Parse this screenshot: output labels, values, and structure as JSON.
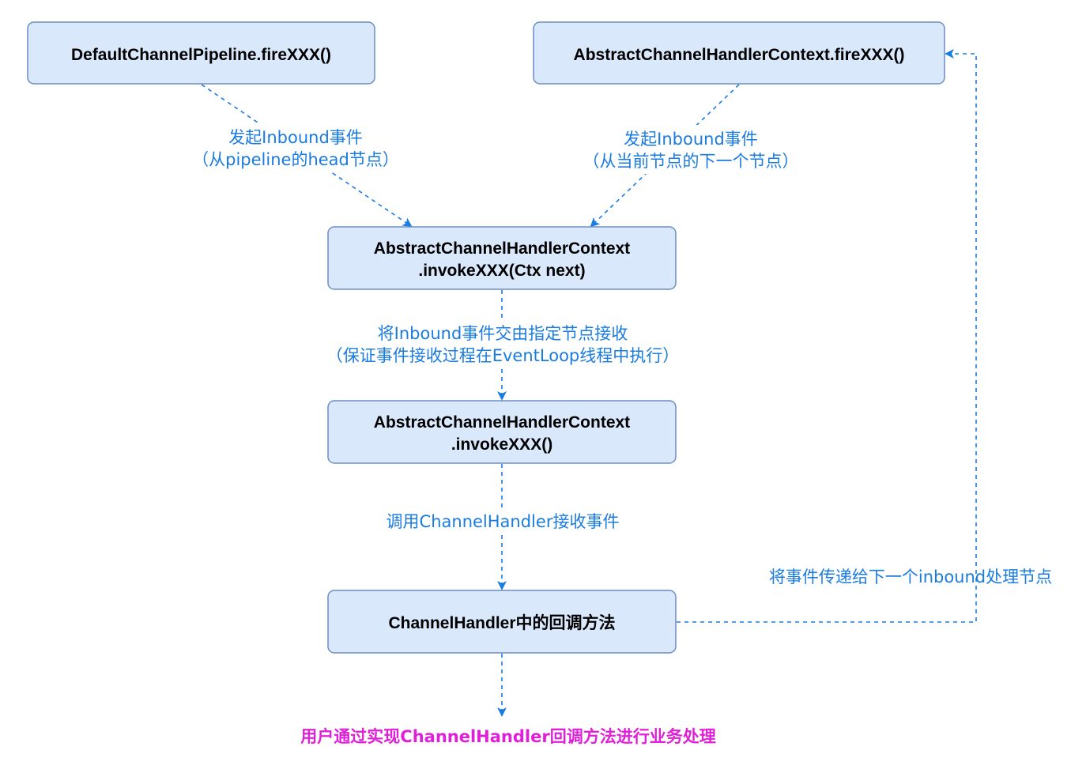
{
  "colors": {
    "node_fill": "#dae8fc",
    "node_stroke": "#6c8ebf",
    "edge": "#1a7be0",
    "edge_label": "#1a7be0",
    "final_note": "#e020d8"
  },
  "nodes": {
    "default_pipeline_fire": "DefaultChannelPipeline.fireXXX()",
    "ctx_fire": "AbstractChannelHandlerContext.fireXXX()",
    "invoke_next": {
      "line1": "AbstractChannelHandlerContext",
      "line2": ".invokeXXX(Ctx next)"
    },
    "invoke": {
      "line1": "AbstractChannelHandlerContext",
      "line2": ".invokeXXX()"
    },
    "handler_callback": "ChannelHandler中的回调方法"
  },
  "edges": {
    "from_head": {
      "line1": "发起Inbound事件",
      "line2": "（从pipeline的head节点）"
    },
    "from_next": {
      "line1": "发起Inbound事件",
      "line2": "（从当前节点的下一个节点）"
    },
    "hand_over": {
      "line1": "将Inbound事件交由指定节点接收",
      "line2": "（保证事件接收过程在EventLoop线程中执行）"
    },
    "call_handler": "调用ChannelHandler接收事件",
    "pass_next": "将事件传递给下一个inbound处理节点"
  },
  "final_note": "用户通过实现ChannelHandler回调方法进行业务处理"
}
